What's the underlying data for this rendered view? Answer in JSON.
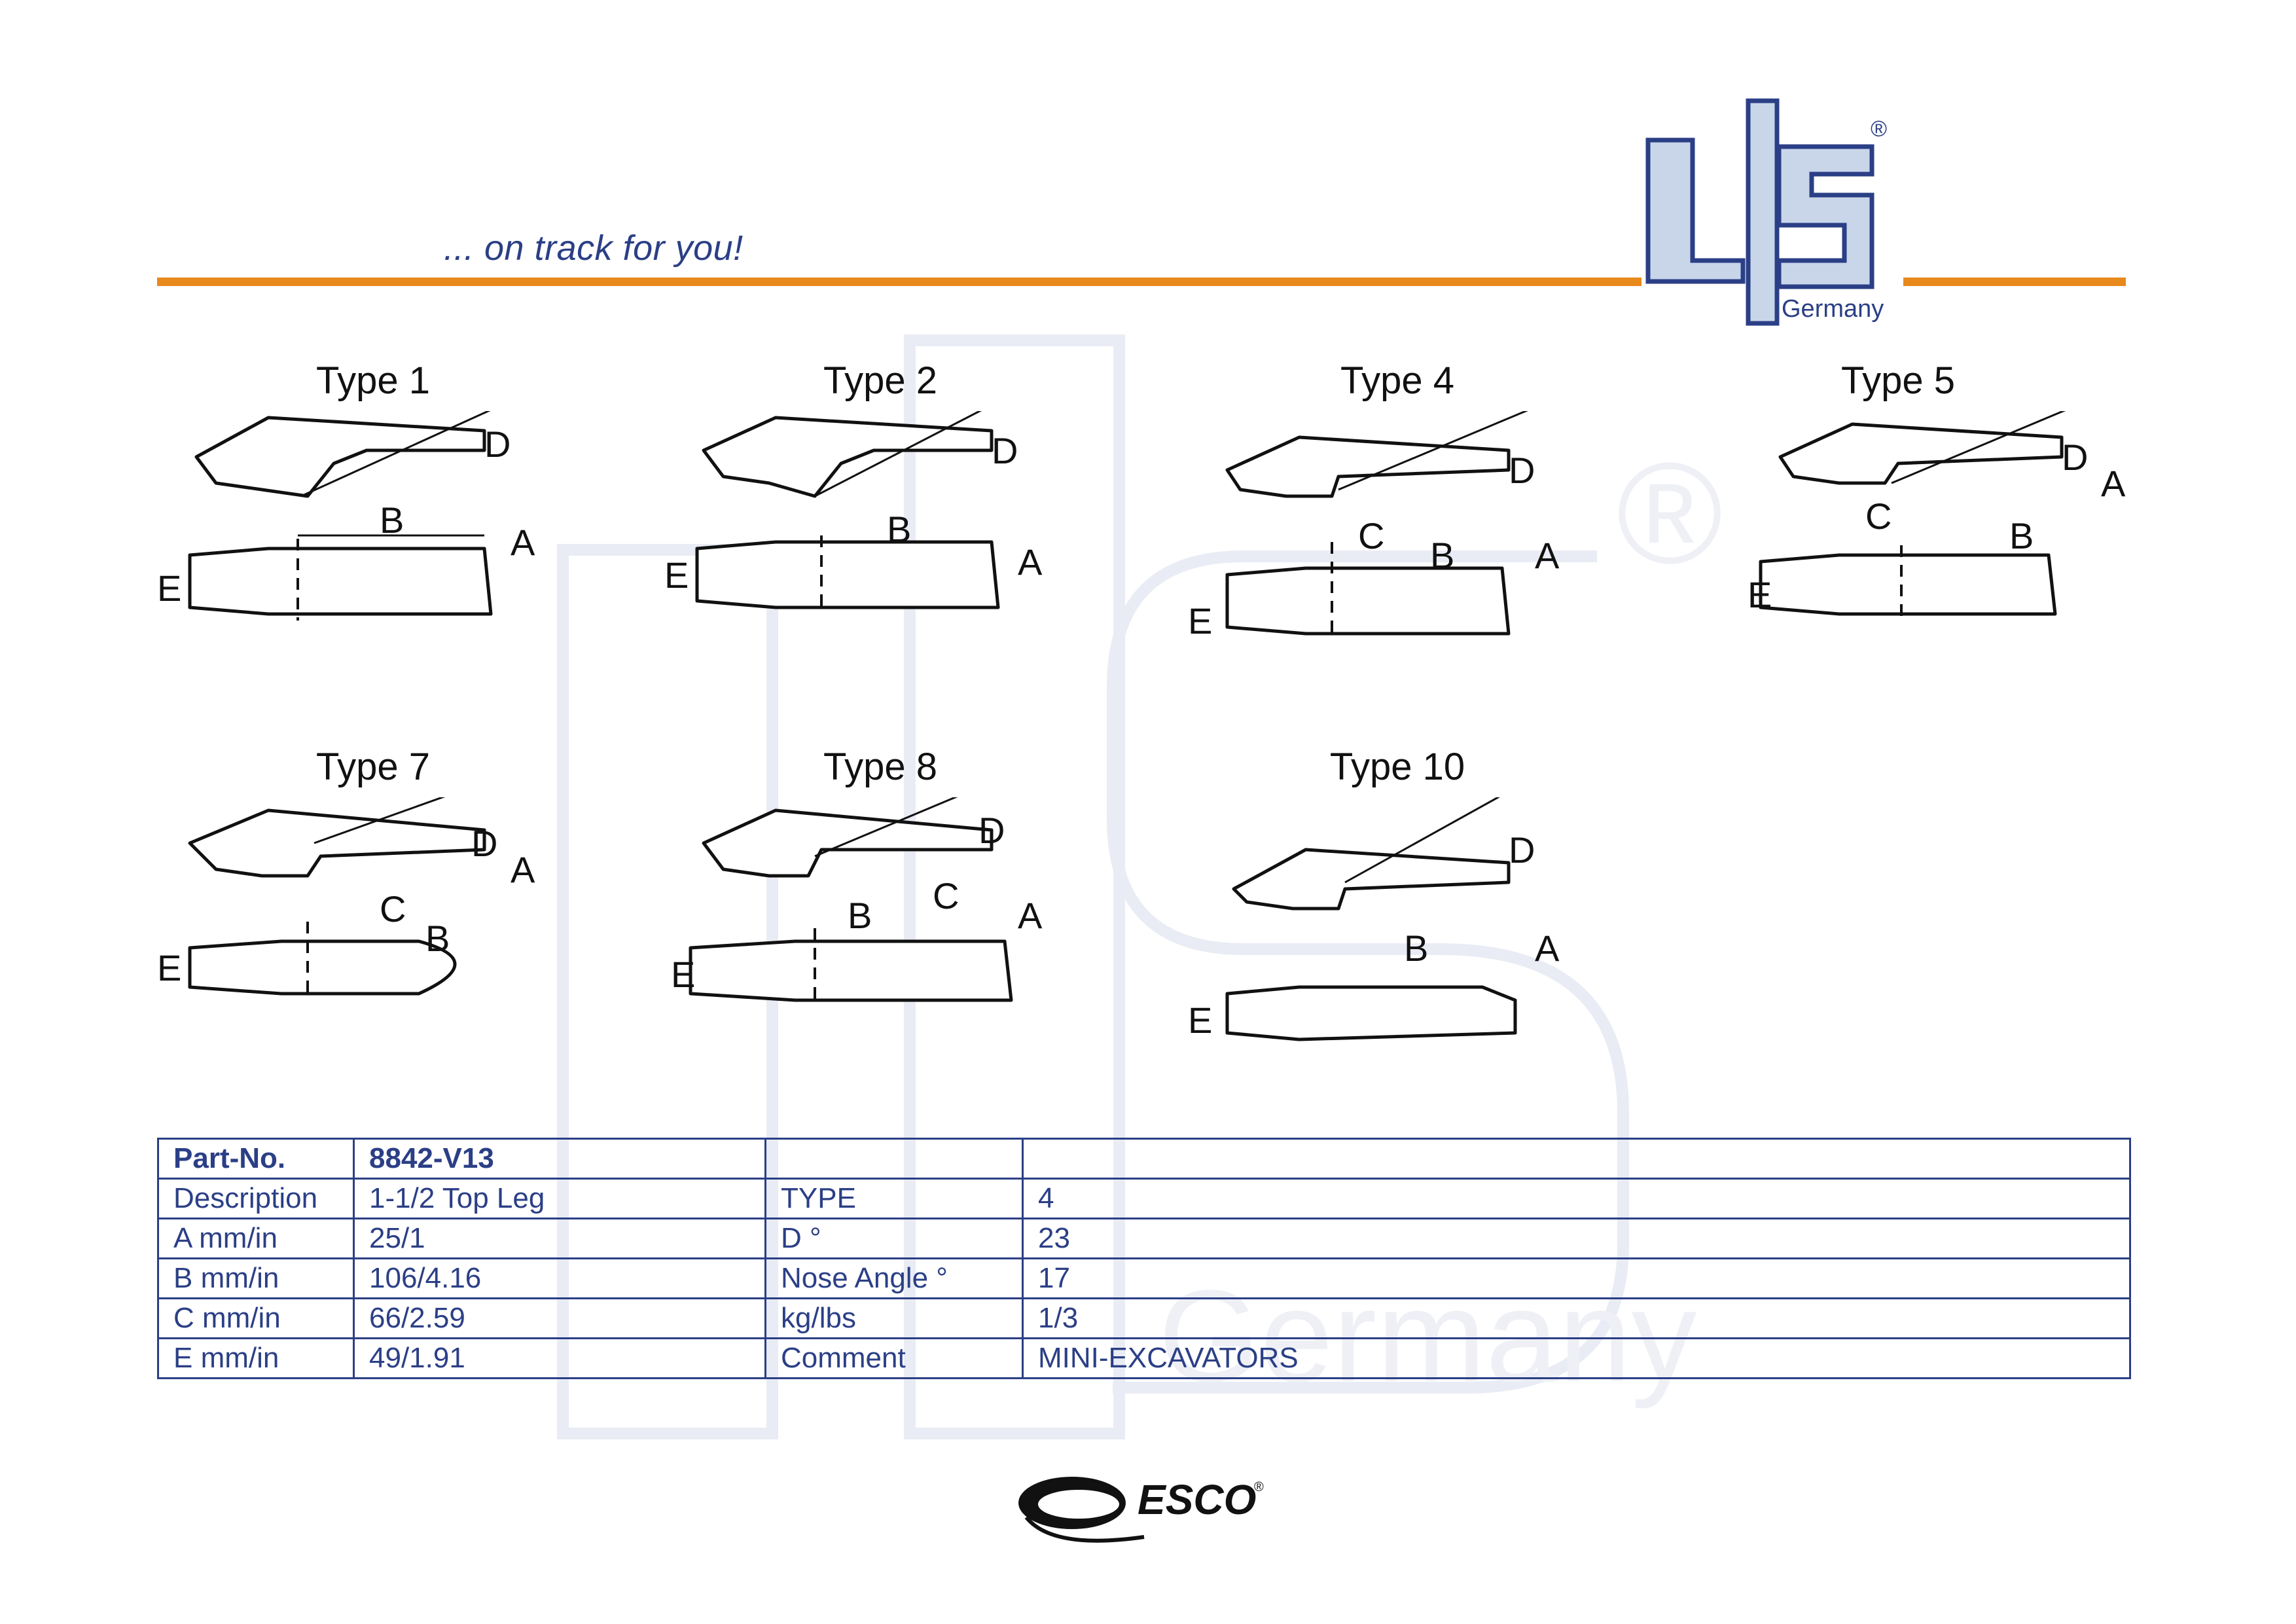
{
  "header": {
    "tagline": "... on track for you!",
    "logo_text": "LIS",
    "logo_sub": "Germany",
    "logo_mark": "®"
  },
  "watermark": {
    "text": "Germany",
    "mark": "®"
  },
  "diagrams": [
    {
      "title": "Type 1",
      "labels": [
        "D",
        "B",
        "A",
        "E"
      ]
    },
    {
      "title": "Type 2",
      "labels": [
        "D",
        "B",
        "A",
        "E"
      ]
    },
    {
      "title": "Type 4",
      "labels": [
        "D",
        "C",
        "B",
        "A",
        "E"
      ]
    },
    {
      "title": "Type 5",
      "labels": [
        "D",
        "A",
        "C",
        "B",
        "E"
      ]
    },
    {
      "title": "Type 7",
      "labels": [
        "D",
        "A",
        "C",
        "B",
        "E"
      ]
    },
    {
      "title": "Type 8",
      "labels": [
        "D",
        "C",
        "B",
        "A",
        "E"
      ]
    },
    {
      "title": "Type 10",
      "labels": [
        "D",
        "B",
        "A",
        "E"
      ]
    }
  ],
  "table": {
    "rows": [
      [
        "Part-No.",
        "8842-V13",
        "",
        ""
      ],
      [
        "Description",
        "1-1/2 Top Leg",
        "TYPE",
        "4"
      ],
      [
        "A mm/in",
        "25/1",
        "D °",
        "23"
      ],
      [
        "B mm/in",
        "106/4.16",
        "Nose Angle °",
        "17"
      ],
      [
        "C mm/in",
        "66/2.59",
        "kg/lbs",
        "1/3"
      ],
      [
        "E mm/in",
        "49/1.91",
        "Comment",
        "MINI-EXCAVATORS"
      ]
    ]
  },
  "footer": {
    "brand": "ESCO",
    "brand_mark": "®"
  },
  "colors": {
    "accent": "#e8891c",
    "brand_blue": "#2b3f86",
    "logo_fill": "#c9d6ea"
  }
}
